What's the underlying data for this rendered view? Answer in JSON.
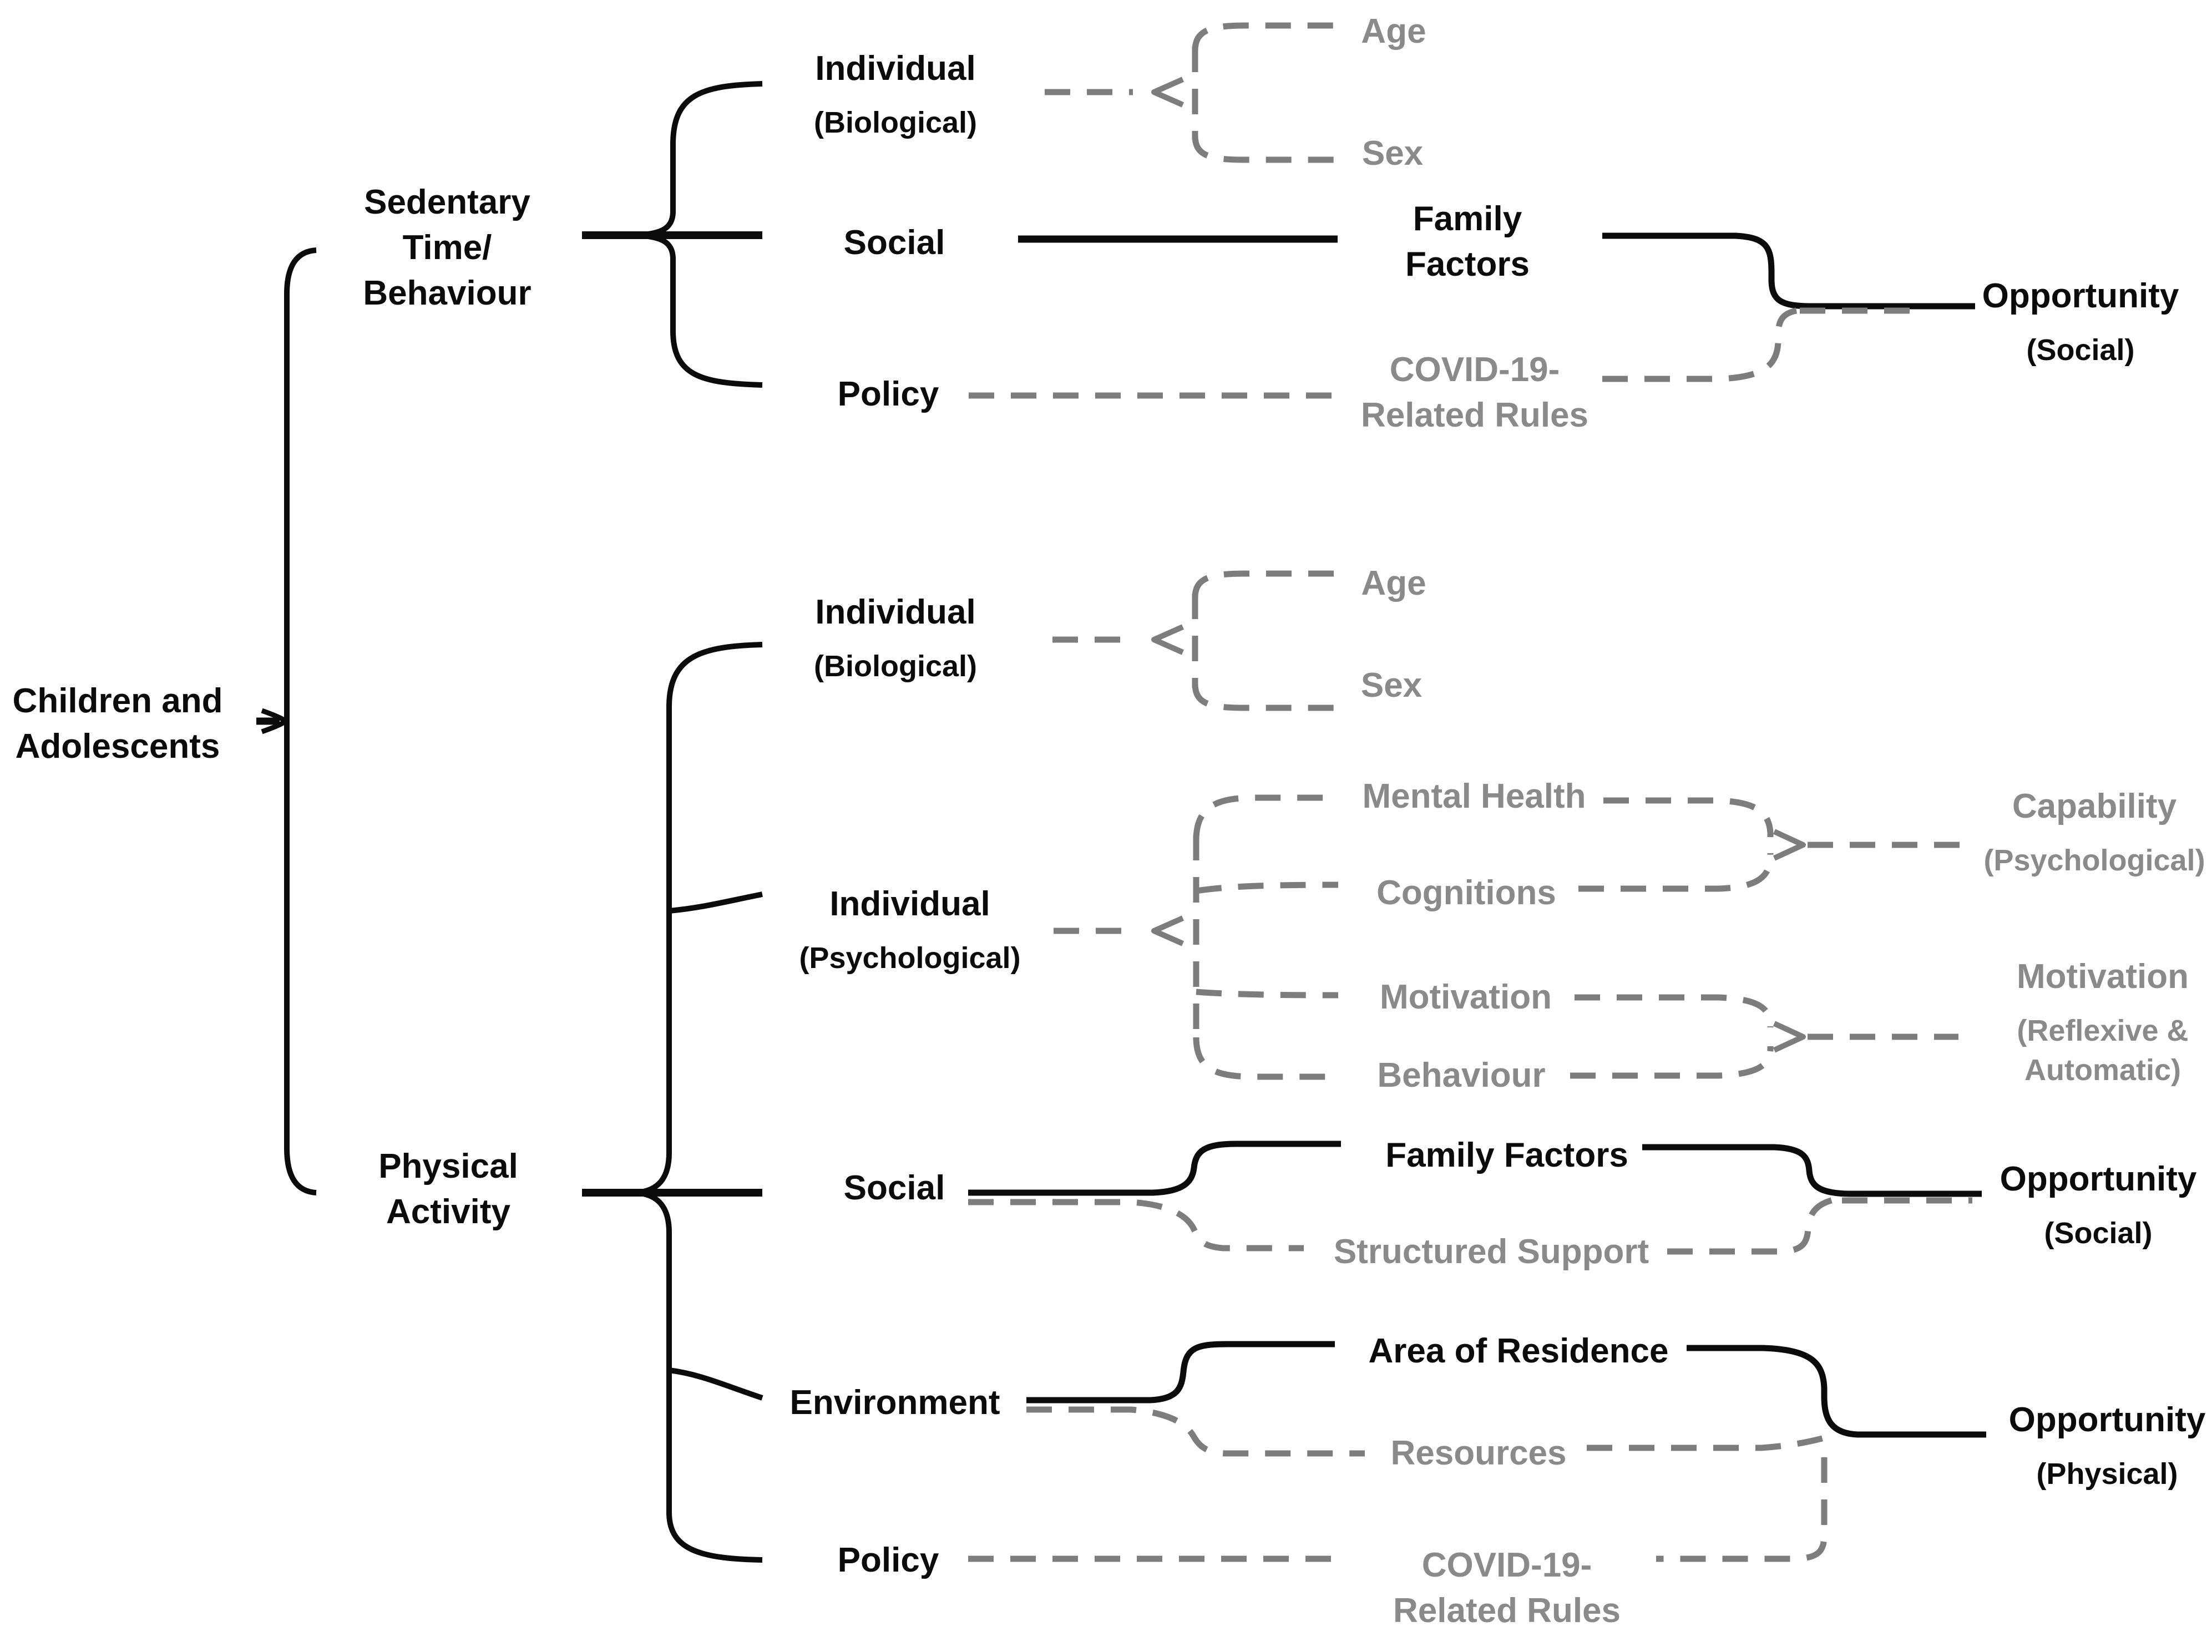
{
  "colors": {
    "solid_pathway": "#0b0b0b",
    "dashed_pathway": "#7d7d7d",
    "gray_text": "#8a8a8a",
    "black_text": "#0b0b0b",
    "background": "#ffffff"
  },
  "diagram": {
    "root": {
      "label": "Children and\nAdolescents"
    },
    "sedentary": {
      "label": "Sedentary\nTime/\nBehaviour",
      "individual_biological": {
        "label": "Individual",
        "sub": "(Biological)",
        "age": {
          "label": "Age"
        },
        "sex": {
          "label": "Sex"
        }
      },
      "social": {
        "label": "Social",
        "family_factors": {
          "label": "Family\nFactors"
        }
      },
      "policy": {
        "label": "Policy",
        "covid_rules": {
          "label": "COVID-19-\nRelated Rules"
        }
      },
      "opportunity_social": {
        "label": "Opportunity",
        "sub": "(Social)"
      }
    },
    "physical": {
      "label": "Physical\nActivity",
      "individual_biological": {
        "label": "Individual",
        "sub": "(Biological)",
        "age": {
          "label": "Age"
        },
        "sex": {
          "label": "Sex"
        }
      },
      "individual_psychological": {
        "label": "Individual",
        "sub": "(Psychological)",
        "mental_health": {
          "label": "Mental Health"
        },
        "cognitions": {
          "label": "Cognitions"
        },
        "motivation": {
          "label": "Motivation"
        },
        "behaviour": {
          "label": "Behaviour"
        },
        "capability": {
          "label": "Capability",
          "sub": "(Psychological)"
        },
        "motivation_reflexive": {
          "label": "Motivation",
          "sub": "(Reflexive &\nAutomatic)"
        }
      },
      "social": {
        "label": "Social",
        "family_factors": {
          "label": "Family Factors"
        },
        "structured_support": {
          "label": "Structured Support"
        },
        "opportunity_social": {
          "label": "Opportunity",
          "sub": "(Social)"
        }
      },
      "environment": {
        "label": "Environment",
        "area_of_residence": {
          "label": "Area of Residence"
        },
        "resources": {
          "label": "Resources"
        },
        "opportunity_physical": {
          "label": "Opportunity",
          "sub": "(Physical)"
        }
      },
      "policy": {
        "label": "Policy",
        "covid_rules": {
          "label": "COVID-19-\nRelated Rules"
        }
      }
    }
  }
}
